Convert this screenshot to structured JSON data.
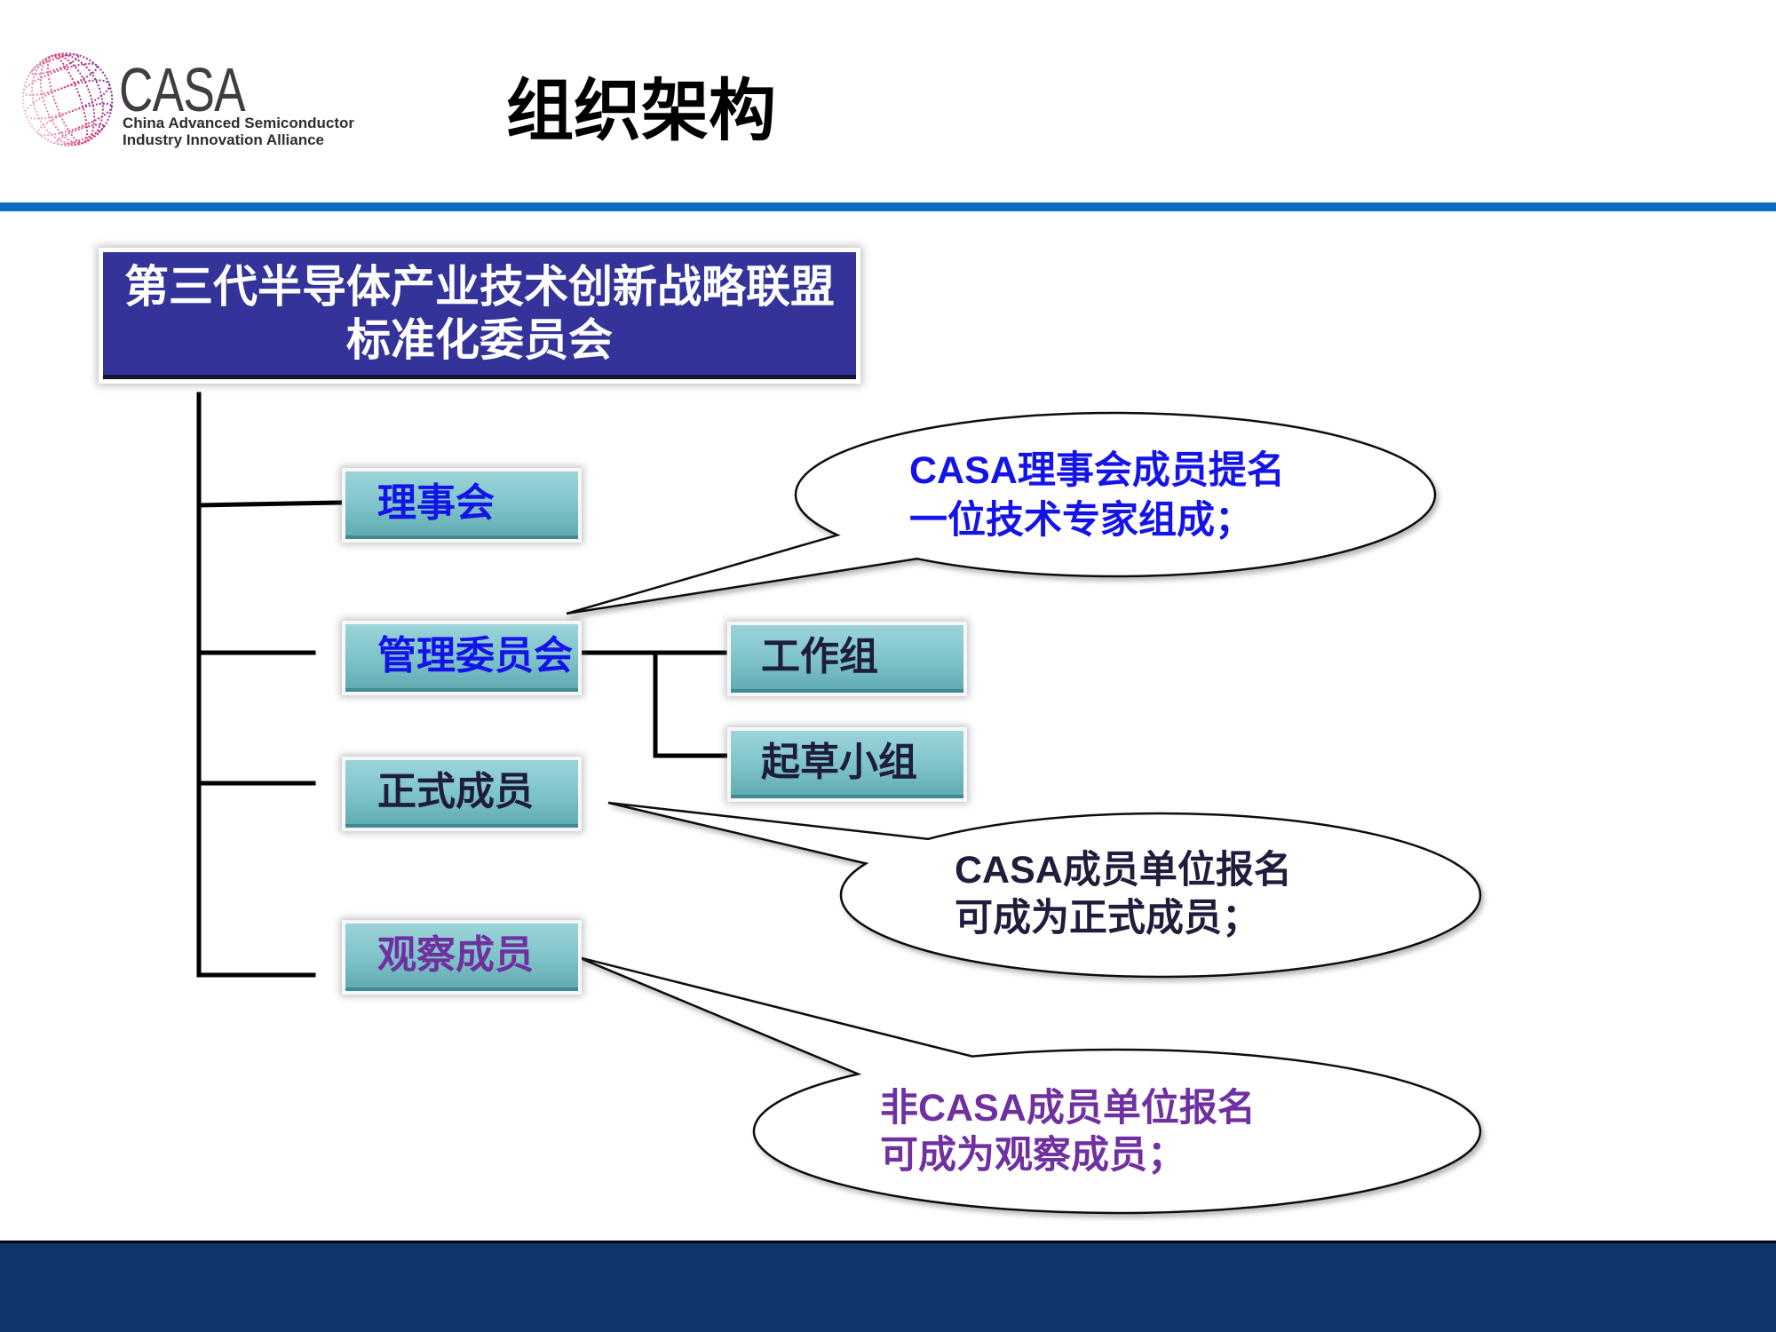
{
  "logo": {
    "name": "CASA",
    "line1": "China Advanced Semiconductor",
    "line2": "Industry Innovation Alliance",
    "icon": "globe-sphere-logo"
  },
  "title": "组织架构",
  "root": {
    "line1": "第三代半导体产业技术创新战略联盟",
    "line2": "标准化委员会"
  },
  "nodes": {
    "council": "理事会",
    "management": "管理委员会",
    "working_group": "工作组",
    "drafting_group": "起草小组",
    "full_members": "正式成员",
    "observers": "观察成员"
  },
  "callouts": [
    {
      "line1": "CASA理事会成员提名",
      "line2": "一位技术专家组成；"
    },
    {
      "line1": "CASA成员单位报名",
      "line2": "可成为正式成员；"
    },
    {
      "line1": "非CASA成员单位报名",
      "line2": "可成为观察成员；"
    }
  ],
  "colors": {
    "accent_line": "#0b6fc1",
    "root_box": "#333399",
    "node_box": "#80c5cb",
    "footer": "#0f366a",
    "blue_text": "#1414e8",
    "dark_text": "#1e1e3c",
    "purple_text": "#7030a0"
  }
}
